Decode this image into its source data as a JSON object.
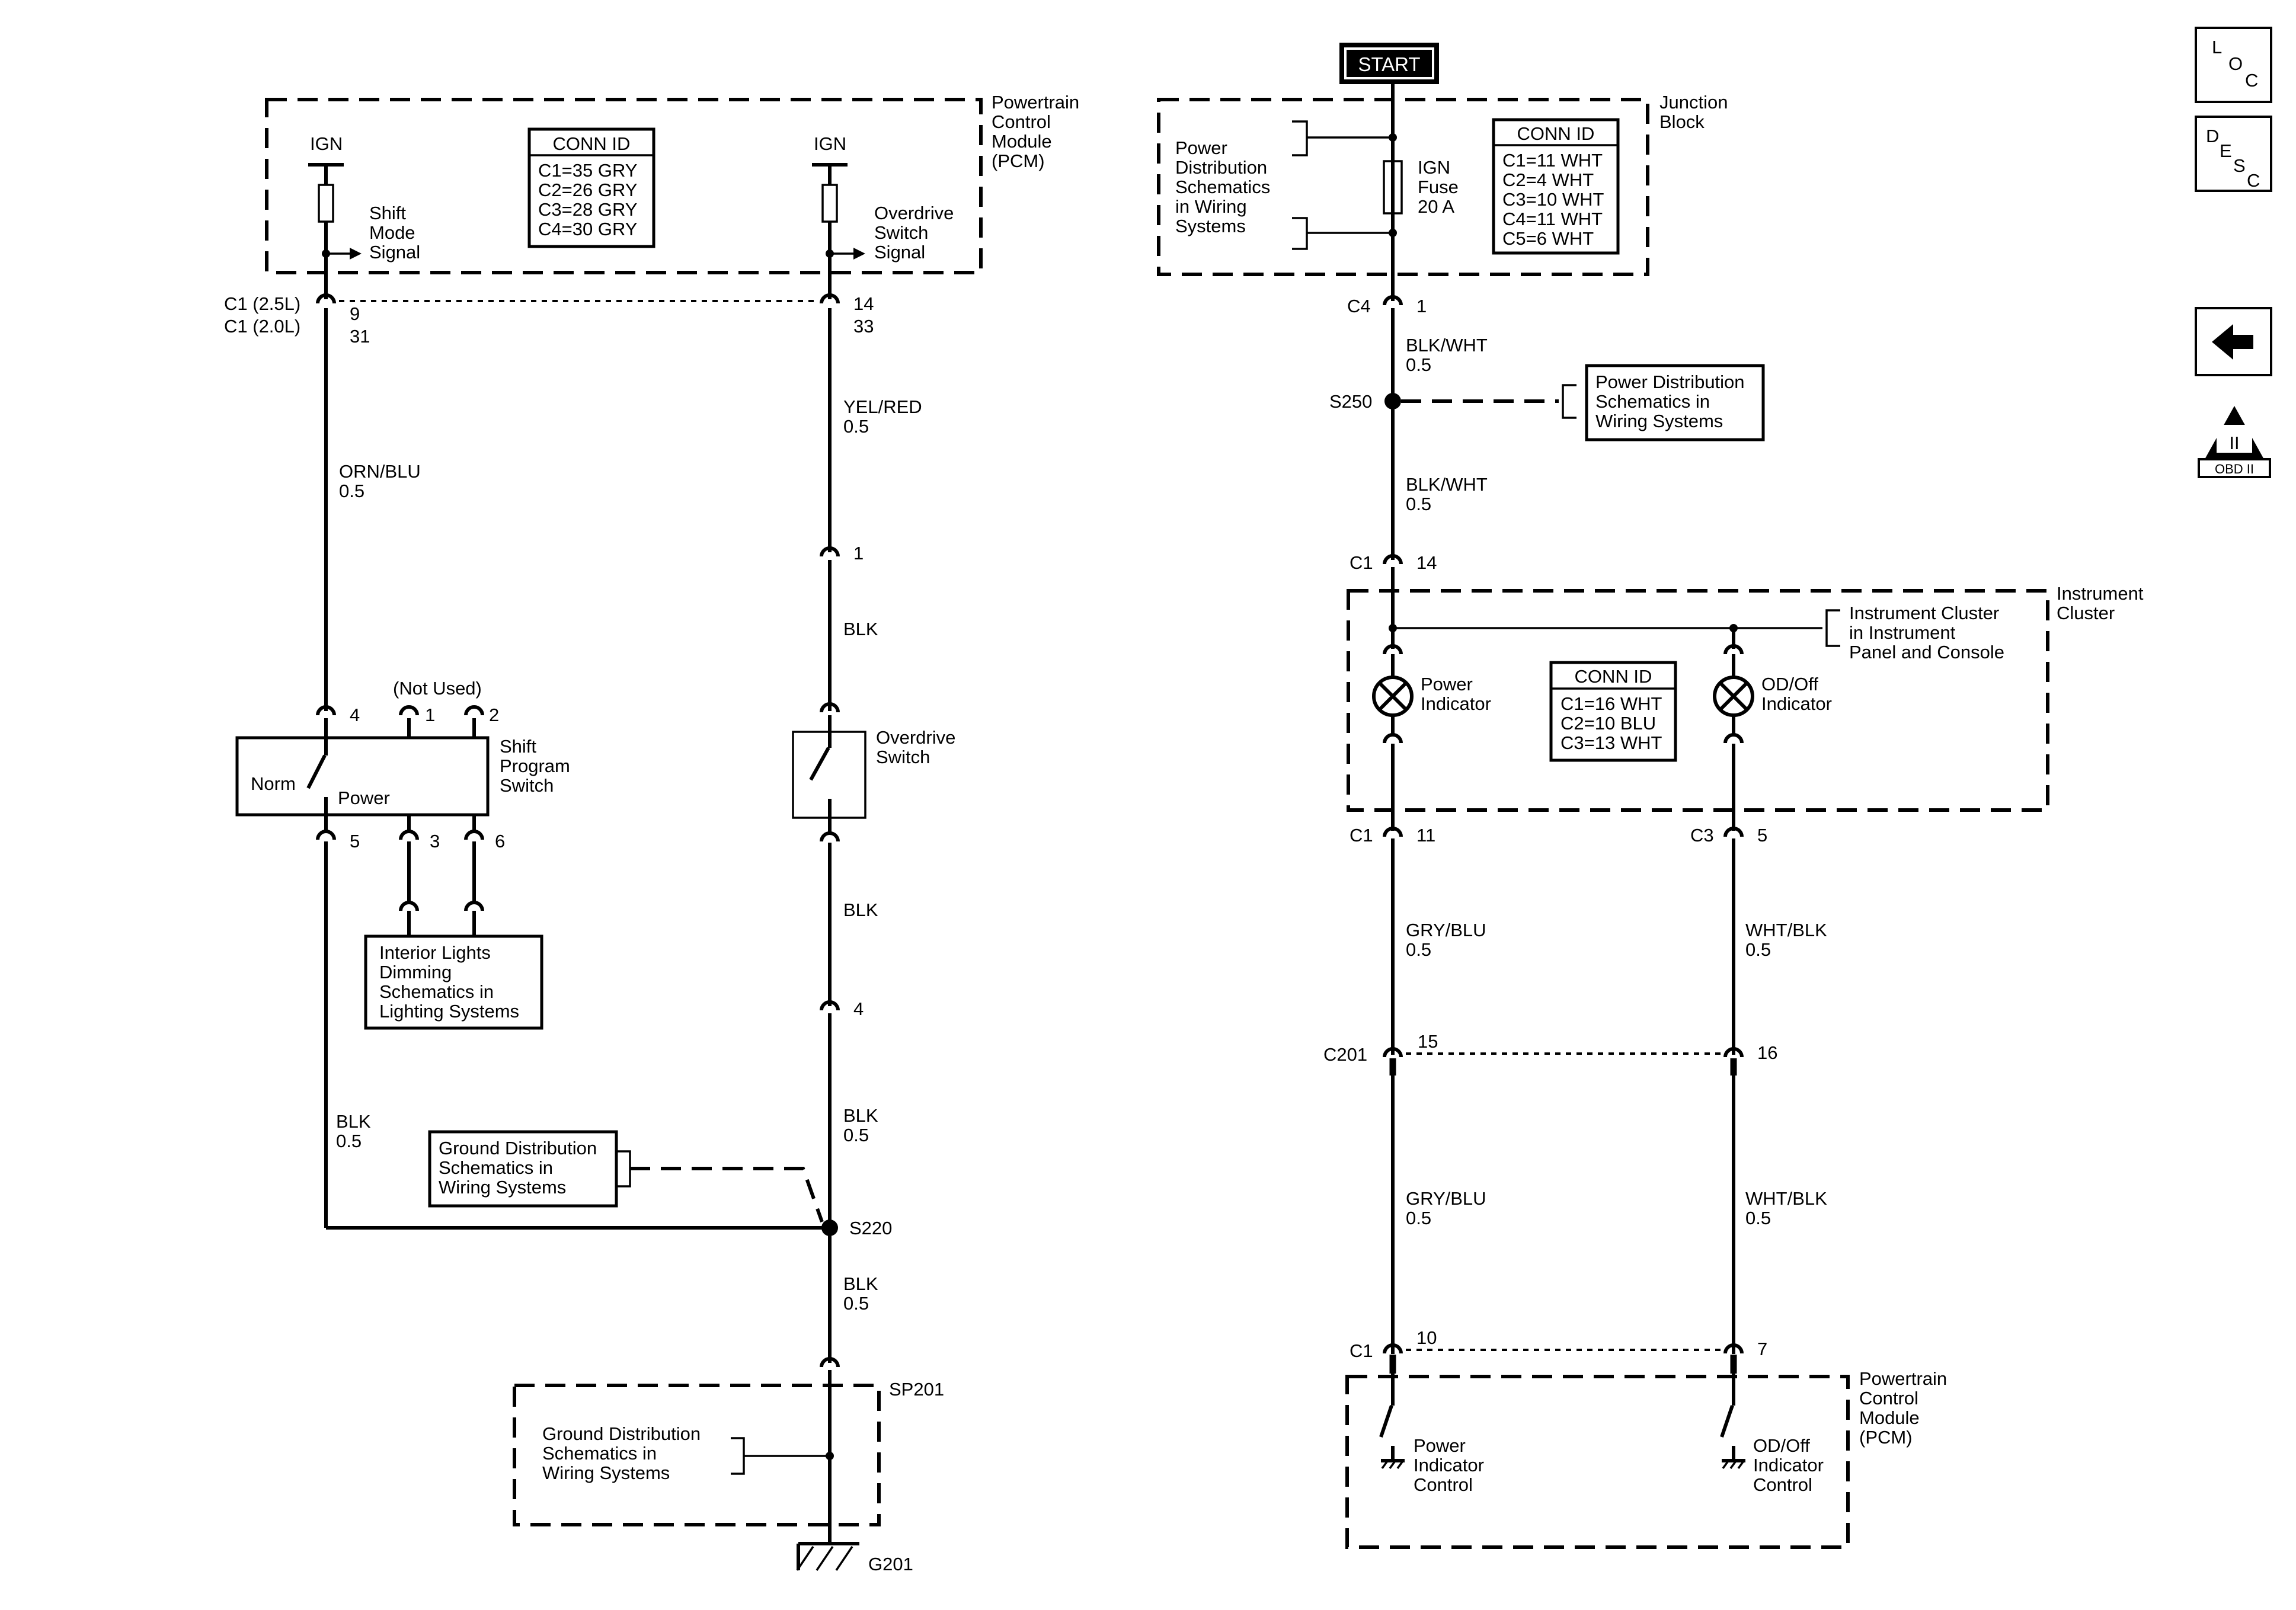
{
  "left": {
    "pcm": {
      "label": [
        "Powertrain",
        "Control",
        "Module",
        "(PCM)"
      ],
      "ign_left": "IGN",
      "ign_right": "IGN",
      "shift_mode": [
        "Shift",
        "Mode",
        "Signal"
      ],
      "overdrive_signal": [
        "Overdrive",
        "Switch",
        "Signal"
      ],
      "conn_title": "CONN ID",
      "conn_rows": [
        "C1=35 GRY",
        "C2=26 GRY",
        "C3=28 GRY",
        "C4=30 GRY"
      ]
    },
    "c1_labels": [
      "C1 (2.5L)",
      "C1 (2.0L)"
    ],
    "pin_left": [
      "9",
      "31"
    ],
    "pin_right": [
      "14",
      "33"
    ],
    "wire_orn": [
      "ORN/BLU",
      "0.5"
    ],
    "wire_yel": [
      "YEL/RED",
      "0.5"
    ],
    "pin_1": "1",
    "wire_blk_a": "BLK",
    "shift_program": {
      "not_used": "(Not Used)",
      "pin4": "4",
      "pin1": "1",
      "pin2": "2",
      "pin5": "5",
      "pin3": "3",
      "pin6": "6",
      "norm": "Norm",
      "power": "Power",
      "label": [
        "Shift",
        "Program",
        "Switch"
      ]
    },
    "overdrive_switch": [
      "Overdrive",
      "Switch"
    ],
    "wire_blk_b": "BLK",
    "pin_4": "4",
    "interior_lights": [
      "Interior Lights",
      "Dimming",
      "Schematics in",
      "Lighting Systems"
    ],
    "wire_blk_left": [
      "BLK",
      "0.5"
    ],
    "wire_blk_c": [
      "BLK",
      "0.5"
    ],
    "ground_dist_1": [
      "Ground Distribution",
      "Schematics in",
      "Wiring Systems"
    ],
    "s220": "S220",
    "wire_blk_d": [
      "BLK",
      "0.5"
    ],
    "sp201": "SP201",
    "ground_dist_2": [
      "Ground Distribution",
      "Schematics in",
      "Wiring Systems"
    ],
    "g201": "G201"
  },
  "right": {
    "start": "START",
    "junction": {
      "label": [
        "Junction",
        "Block"
      ],
      "power_dist": [
        "Power",
        "Distribution",
        "Schematics",
        "in Wiring",
        "Systems"
      ],
      "fuse": [
        "IGN",
        "Fuse",
        "20 A"
      ],
      "conn_title": "CONN ID",
      "conn_rows": [
        "C1=11 WHT",
        "C2=4 WHT",
        "C3=10 WHT",
        "C4=11 WHT",
        "C5=6 WHT"
      ]
    },
    "c4": "C4",
    "c4_pin": "1",
    "wire_blkwht_1": [
      "BLK/WHT",
      "0.5"
    ],
    "s250": "S250",
    "power_dist_2": [
      "Power Distribution",
      "Schematics in",
      "Wiring Systems"
    ],
    "wire_blkwht_2": [
      "BLK/WHT",
      "0.5"
    ],
    "c1_14": [
      "C1",
      "14"
    ],
    "cluster": {
      "label": [
        "Instrument",
        "Cluster"
      ],
      "ref": [
        "Instrument Cluster",
        "in Instrument",
        "Panel and Console"
      ],
      "power_indicator": [
        "Power",
        "Indicator"
      ],
      "od_indicator": [
        "OD/Off",
        "Indicator"
      ],
      "conn_title": "CONN ID",
      "conn_rows": [
        "C1=16 WHT",
        "C2=10 BLU",
        "C3=13 WHT"
      ]
    },
    "c1_11": [
      "C1",
      "11"
    ],
    "c3_5": [
      "C3",
      "5"
    ],
    "wire_grublu_1": [
      "GRY/BLU",
      "0.5"
    ],
    "wire_whtblk_1": [
      "WHT/BLK",
      "0.5"
    ],
    "c201": "C201",
    "pin_15": "15",
    "pin_16": "16",
    "wire_grublu_2": [
      "GRY/BLU",
      "0.5"
    ],
    "wire_whtblk_2": [
      "WHT/BLK",
      "0.5"
    ],
    "c1_10": [
      "C1",
      "10"
    ],
    "pin_7": "7",
    "pcm2": {
      "label": [
        "Powertrain",
        "Control",
        "Module",
        "(PCM)"
      ],
      "power_control": [
        "Power",
        "Indicator",
        "Control"
      ],
      "od_control": [
        "OD/Off",
        "Indicator",
        "Control"
      ]
    }
  },
  "icons": {
    "loc": [
      "L",
      "O",
      "C"
    ],
    "desc": [
      "D",
      "E",
      "S",
      "C"
    ],
    "back": "back-arrow-icon",
    "obd_main": "II",
    "obd_sub": "OBD II"
  }
}
